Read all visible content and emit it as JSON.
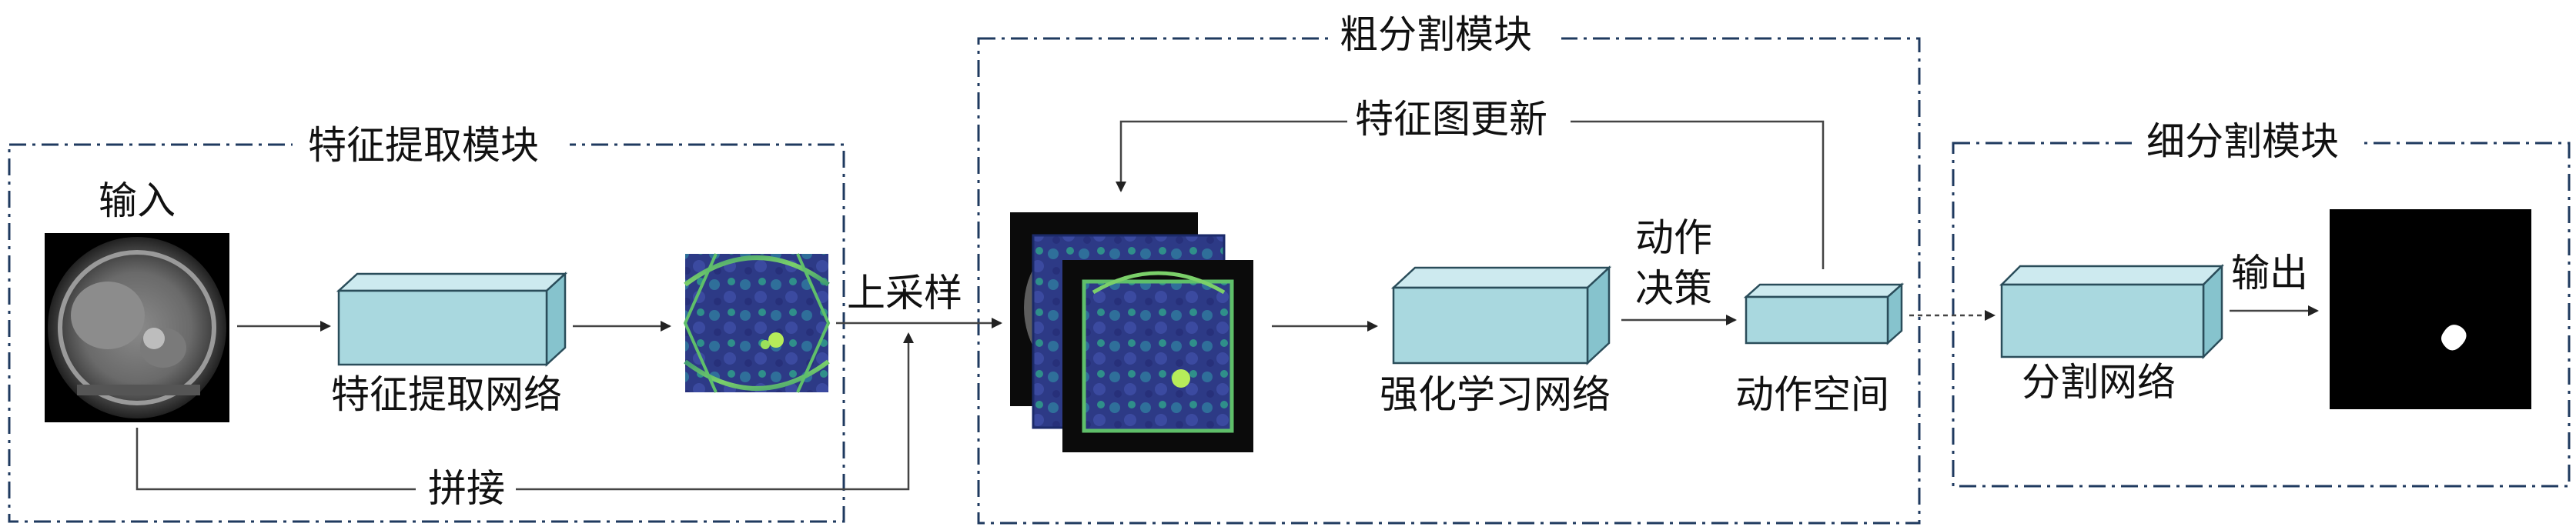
{
  "modules": {
    "feature_extraction": {
      "title": "特征提取模块"
    },
    "coarse_segmentation": {
      "title": "粗分割模块"
    },
    "fine_segmentation": {
      "title": "细分割模块"
    }
  },
  "labels": {
    "input": "输入",
    "feature_network": "特征提取网络",
    "concat": "拼接",
    "upsample": "上采样",
    "feature_map_update": "特征图更新",
    "action_decision_line1": "动作",
    "action_decision_line2": "决策",
    "rl_network": "强化学习网络",
    "action_space": "动作空间",
    "seg_network": "分割网络",
    "output": "输出"
  },
  "colors": {
    "frame": "#1f3a5f",
    "cube_front": "#a9d8df",
    "cube_side": "#86c3cd",
    "heatmap_dark": "#2b2a6e",
    "heatmap_mid": "#2f8f8a",
    "heatmap_bright": "#9be05a"
  },
  "icons": {
    "input_image": "ct-scan-image",
    "feature_map": "feature-heatmap",
    "output_image": "segmentation-mask"
  }
}
